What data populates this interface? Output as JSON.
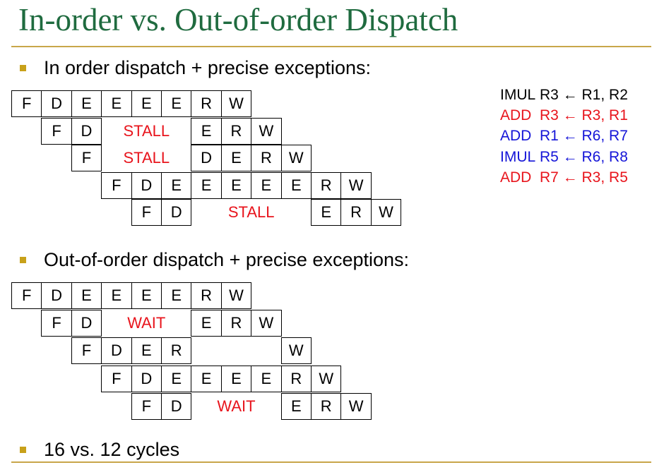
{
  "title": "In-order vs. Out-of-order Dispatch",
  "bullets": {
    "in_order": "In order dispatch + precise exceptions:",
    "out_of_order": "Out-of-order dispatch + precise exceptions:",
    "summary": "16 vs. 12 cycles"
  },
  "instructions": [
    {
      "op": "IMUL",
      "args": "R3 ← R1, R2",
      "color": "#000000"
    },
    {
      "op": "ADD",
      "args": "R3 ← R3, R1",
      "color": "#e8141c"
    },
    {
      "op": "ADD",
      "args": "R1 ← R6, R7",
      "color": "#1515d8"
    },
    {
      "op": "IMUL",
      "args": "R5 ← R6, R8",
      "color": "#1515d8"
    },
    {
      "op": "ADD",
      "args": "R7 ← R3, R5",
      "color": "#e8141c"
    }
  ],
  "in_order_pipeline": [
    [
      {
        "t": "F"
      },
      {
        "t": "D"
      },
      {
        "t": "E"
      },
      {
        "t": "E"
      },
      {
        "t": "E"
      },
      {
        "t": "E"
      },
      {
        "t": "R"
      },
      {
        "t": "W"
      }
    ],
    [
      {
        "t": "F"
      },
      {
        "t": "D"
      },
      {
        "t": "STALL",
        "span": 3,
        "stall": true
      },
      {
        "t": "E"
      },
      {
        "t": "R"
      },
      {
        "t": "W"
      }
    ],
    [
      {
        "t": "F"
      },
      {
        "t": "STALL",
        "span": 3,
        "stall": true
      },
      {
        "t": "D"
      },
      {
        "t": "E"
      },
      {
        "t": "R"
      },
      {
        "t": "W"
      }
    ],
    [
      {
        "t": "F"
      },
      {
        "t": "D"
      },
      {
        "t": "E"
      },
      {
        "t": "E"
      },
      {
        "t": "E"
      },
      {
        "t": "E"
      },
      {
        "t": "E"
      },
      {
        "t": "R"
      },
      {
        "t": "W"
      }
    ],
    [
      {
        "t": "F"
      },
      {
        "t": "D"
      },
      {
        "t": "STALL",
        "span": 4,
        "stall": true
      },
      {
        "t": "E"
      },
      {
        "t": "R"
      },
      {
        "t": "W"
      }
    ]
  ],
  "out_of_order_pipeline": [
    [
      {
        "t": "F"
      },
      {
        "t": "D"
      },
      {
        "t": "E"
      },
      {
        "t": "E"
      },
      {
        "t": "E"
      },
      {
        "t": "E"
      },
      {
        "t": "R"
      },
      {
        "t": "W"
      }
    ],
    [
      {
        "t": "F"
      },
      {
        "t": "D"
      },
      {
        "t": "WAIT",
        "span": 3,
        "stall": true
      },
      {
        "t": "E"
      },
      {
        "t": "R"
      },
      {
        "t": "W"
      }
    ],
    [
      {
        "t": "F"
      },
      {
        "t": "D"
      },
      {
        "t": "E"
      },
      {
        "t": "R"
      },
      {
        "t": "",
        "span": 3,
        "blank": true
      },
      {
        "t": "W"
      }
    ],
    [
      {
        "t": "F"
      },
      {
        "t": "D"
      },
      {
        "t": "E"
      },
      {
        "t": "E"
      },
      {
        "t": "E"
      },
      {
        "t": "E"
      },
      {
        "t": "R"
      },
      {
        "t": "W"
      }
    ],
    [
      {
        "t": "F"
      },
      {
        "t": "D"
      },
      {
        "t": "WAIT",
        "span": 3,
        "stall": true
      },
      {
        "t": "E"
      },
      {
        "t": "R"
      },
      {
        "t": "W"
      }
    ]
  ]
}
